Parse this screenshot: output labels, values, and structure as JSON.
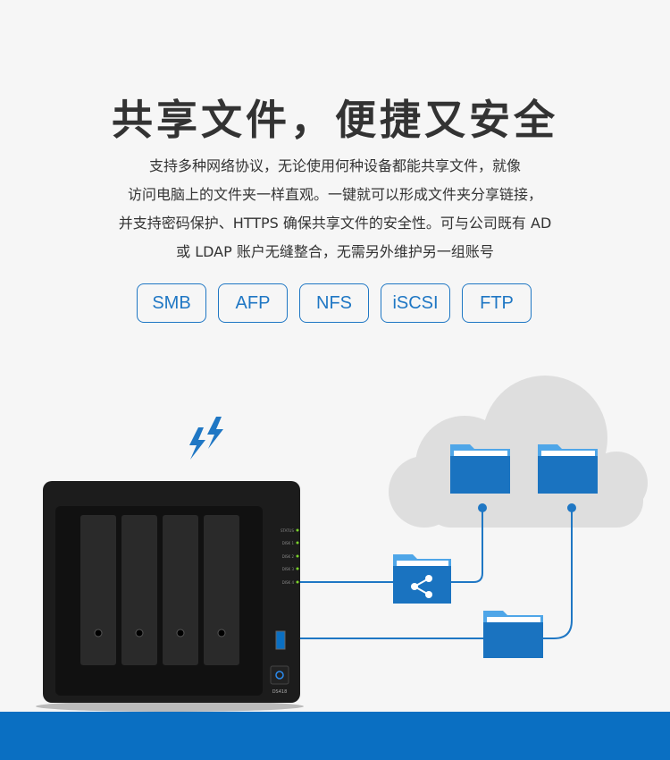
{
  "title": "共享文件，便捷又安全",
  "description": [
    "支持多种网络协议，无论使用何种设备都能共享文件，就像",
    "访问电脑上的文件夹一样直观。一键就可以形成文件夹分享链接，",
    "并支持密码保护、HTTPS 确保共享文件的安全性。可与公司既有 AD",
    "或 LDAP 账户无缝整合，无需另外维护另一组账号"
  ],
  "protocols": [
    "SMB",
    "AFP",
    "NFS",
    "iSCSI",
    "FTP"
  ],
  "device": {
    "model": "DS418",
    "leds": [
      "STATUS",
      "DISK 1",
      "DISK 2",
      "DISK 3",
      "DISK 4"
    ]
  },
  "colors": {
    "accent": "#1f77c4",
    "band": "#0a6fc2",
    "folder": "#1a73c0",
    "led": "#7bd32b"
  }
}
